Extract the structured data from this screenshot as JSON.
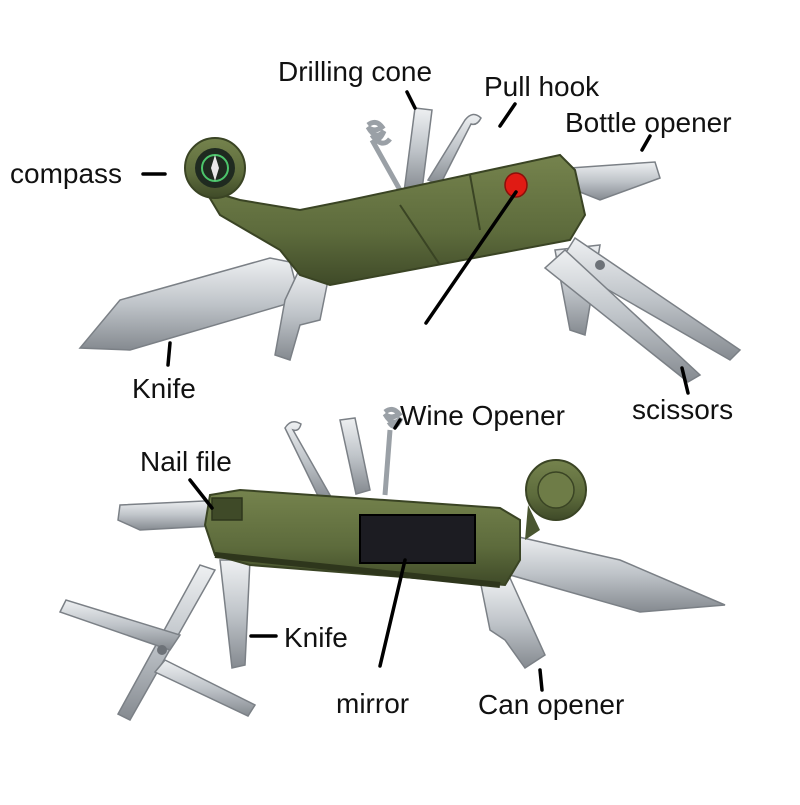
{
  "labels": {
    "drilling_cone": "Drilling cone",
    "pull_hook": "Pull hook",
    "bottle_opener": "Bottle opener",
    "compass": "compass",
    "knife_top": "Knife",
    "scissors": "scissors",
    "wine_opener": "Wine Opener",
    "nail_file": "Nail file",
    "knife_bottom": "Knife",
    "mirror": "mirror",
    "can_opener": "Can opener"
  },
  "colors": {
    "body_green": "#5d6b3c",
    "body_green_dark": "#4a5630",
    "steel": "#c9cdd2",
    "steel_dark": "#8d9197",
    "red_button": "#e01b14",
    "mirror": "#1c1c22",
    "compass_face": "#1f2a20",
    "leader": "#000000"
  }
}
